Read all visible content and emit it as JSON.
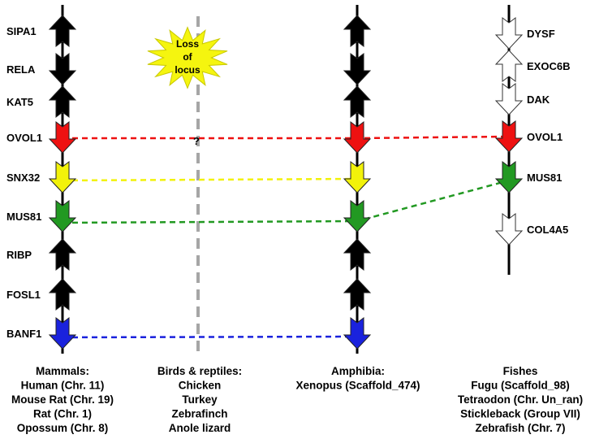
{
  "colors": {
    "black": "#000000",
    "red": "#ee1111",
    "yellow": "#f2f20a",
    "green": "#229922",
    "blue": "#1a22dd",
    "white": "#ffffff",
    "gray": "#a6a6a6",
    "star": "#f5f50f"
  },
  "loss_label": [
    "Loss",
    "of",
    "locus"
  ],
  "question_mark": "?",
  "mammal_genes": [
    {
      "name": "SIPA1",
      "dir": "up",
      "color": "black"
    },
    {
      "name": "RELA",
      "dir": "down",
      "color": "black"
    },
    {
      "name": "KAT5",
      "dir": "up",
      "color": "black"
    },
    {
      "name": "OVOL1",
      "dir": "down",
      "color": "red"
    },
    {
      "name": "SNX32",
      "dir": "down",
      "color": "yellow"
    },
    {
      "name": "MUS81",
      "dir": "down",
      "color": "green"
    },
    {
      "name": "RIBP",
      "dir": "up",
      "color": "black"
    },
    {
      "name": "FOSL1",
      "dir": "up",
      "color": "black"
    },
    {
      "name": "BANF1",
      "dir": "down",
      "color": "blue"
    }
  ],
  "fish_genes": [
    {
      "name": "DYSF",
      "dir": "down",
      "color": "white"
    },
    {
      "name": "EXOC6B",
      "dir": "up",
      "color": "white"
    },
    {
      "name": "DAK",
      "dir": "down",
      "color": "white"
    },
    {
      "name": "OVOL1",
      "dir": "down",
      "color": "red"
    },
    {
      "name": "MUS81",
      "dir": "down",
      "color": "green"
    },
    {
      "name": "COL4A5",
      "dir": "down",
      "color": "white"
    }
  ],
  "captions": {
    "mammals": [
      "Mammals:",
      "Human (Chr. 11)",
      "Mouse Rat (Chr. 19)",
      "Rat (Chr. 1)",
      "Opossum (Chr. 8)"
    ],
    "birds": [
      "Birds & reptiles:",
      "Chicken",
      "Turkey",
      "Zebrafinch",
      "Anole lizard"
    ],
    "amphibia": [
      "Amphibia:",
      "Xenopus (Scaffold_474)"
    ],
    "fishes": [
      "Fishes",
      "Fugu (Scaffold_98)",
      "Tetraodon (Chr. Un_ran)",
      "Stickleback (Group VII)",
      "Zebrafish (Chr. 7)"
    ]
  }
}
